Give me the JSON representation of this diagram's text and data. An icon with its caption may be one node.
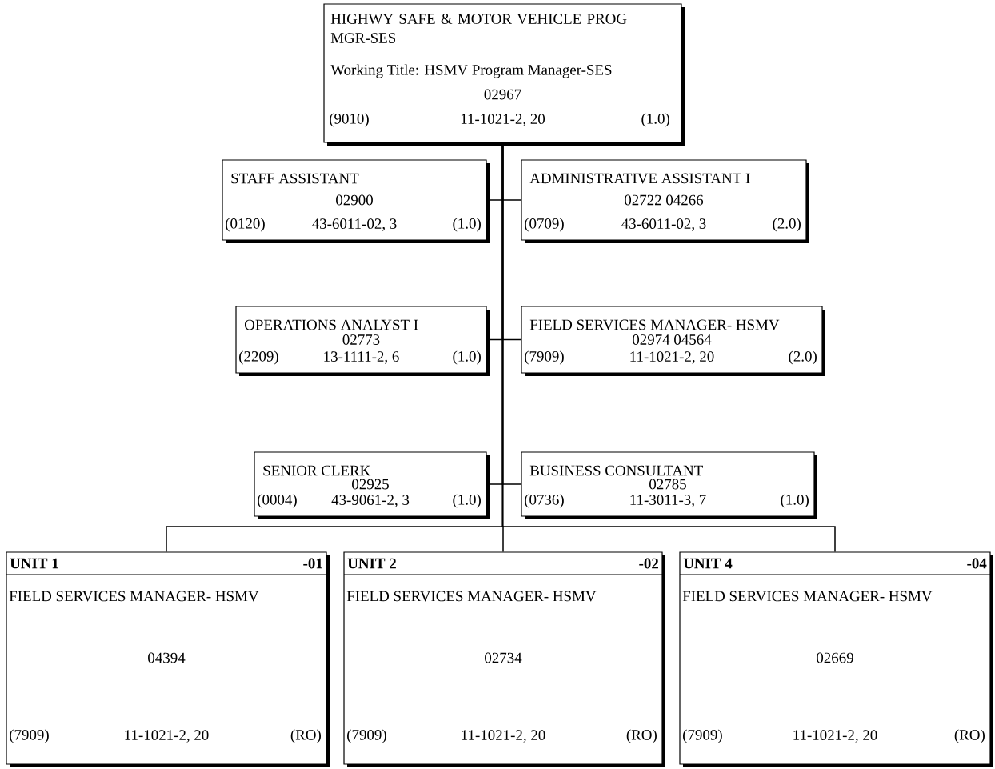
{
  "diagram": {
    "nodes": [
      {
        "text": [
          "HIGHWY SAFE & MOTOR VEHICLE PROG MGR-SES",
          "Working Title: HSMV Program Manager-SES",
          "02967",
          "(9010)",
          "11-1021-2, 20",
          "(1.0)"
        ]
      },
      {
        "text": [
          "STAFF ASSISTANT",
          "02900",
          "(0120)",
          "43-6011-02, 3",
          "(1.0)"
        ]
      },
      {
        "text": [
          "ADMINISTRATIVE ASSISTANT I",
          "02722 04266",
          "(0709)",
          "43-6011-02, 3",
          "(2.0)"
        ]
      },
      {
        "text": [
          "OPERATIONS ANALYST I",
          "02773",
          "(2209)",
          "13-1111-2, 6",
          "(1.0)"
        ]
      },
      {
        "text": [
          "FIELD SERVICES MANAGER- HSMV",
          "02974 04564",
          "(7909)",
          "11-1021-2, 20",
          "(2.0)"
        ]
      },
      {
        "text": [
          "SENIOR CLERK",
          "02925",
          "(0004)",
          "43-9061-2, 3",
          "(1.0)"
        ]
      },
      {
        "text": [
          "BUSINESS CONSULTANT",
          "02785",
          "(0736)",
          "11-3011-3, 7",
          "(1.0)"
        ]
      },
      {
        "text": [
          "UNIT 1",
          "-01",
          "FIELD SERVICES MANAGER- HSMV",
          "04394",
          "(7909)",
          "11-1021-2, 20",
          "(RO)"
        ]
      },
      {
        "text": [
          "UNIT 2",
          "-02",
          "FIELD SERVICES MANAGER- HSMV",
          "02734",
          "(7909)",
          "11-1021-2, 20",
          "(RO)"
        ]
      },
      {
        "text": [
          "UNIT 4",
          "-04",
          "FIELD SERVICES MANAGER- HSMV",
          "02669",
          "(7909)",
          "11-1021-2, 20",
          "(RO)"
        ]
      }
    ],
    "edges": [
      {
        "from": 0,
        "to": 1,
        "arrow": "none"
      },
      {
        "from": 0,
        "to": 2,
        "arrow": "none"
      },
      {
        "from": 0,
        "to": 3,
        "arrow": "none"
      },
      {
        "from": 0,
        "to": 4,
        "arrow": "none"
      },
      {
        "from": 0,
        "to": 5,
        "arrow": "none"
      },
      {
        "from": 0,
        "to": 6,
        "arrow": "none"
      },
      {
        "from": 0,
        "to": 7,
        "arrow": "none"
      },
      {
        "from": 0,
        "to": 8,
        "arrow": "none"
      },
      {
        "from": 0,
        "to": 9,
        "arrow": "none"
      }
    ]
  }
}
